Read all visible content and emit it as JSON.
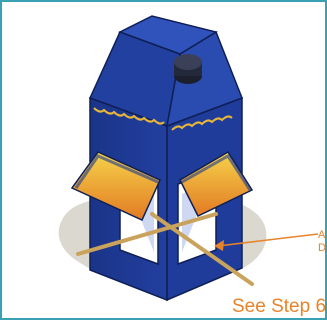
{
  "caption": "See Step 6",
  "clipped_note": [
    "A",
    "D"
  ],
  "colors": {
    "border": "#3aa0b4",
    "annotation": "#e8832a",
    "carton": "#1f3c9a",
    "carton_dark": "#162c78",
    "roof": "#e8a830",
    "stick": "#d9b777"
  },
  "icons": {
    "arrow": "arrow-left-icon"
  }
}
